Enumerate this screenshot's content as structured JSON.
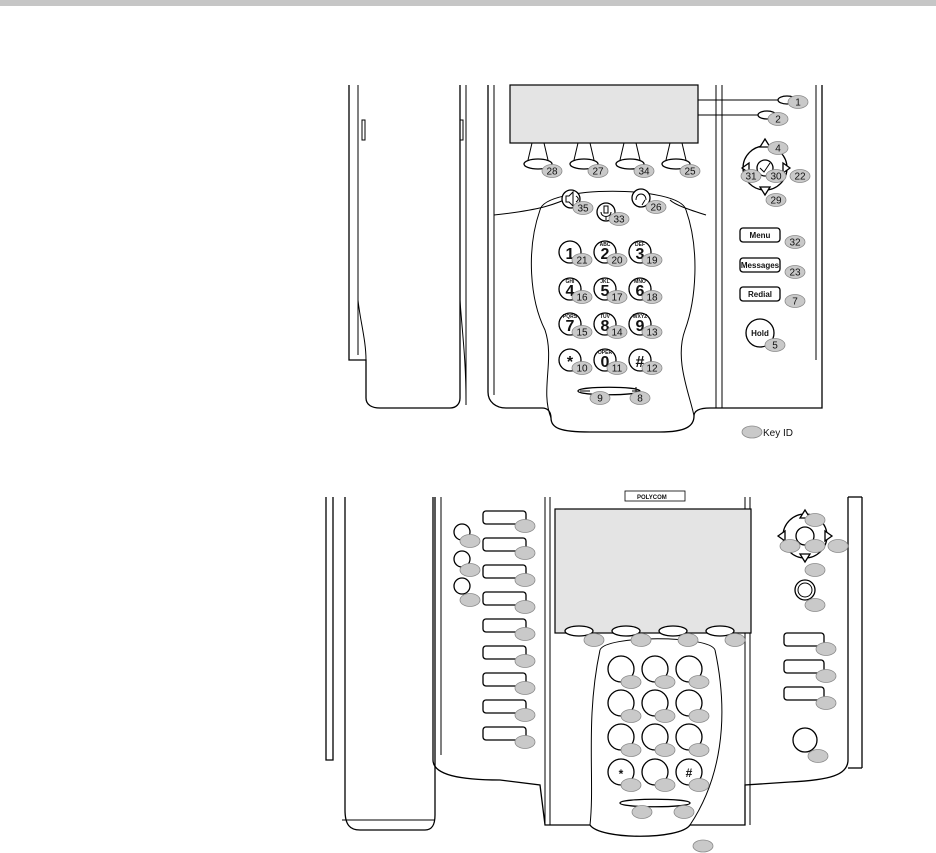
{
  "diagram1": {
    "keypad": [
      {
        "digit": "1",
        "letters": "",
        "id": "21"
      },
      {
        "digit": "2",
        "letters": "ABC",
        "id": "20"
      },
      {
        "digit": "3",
        "letters": "DEF",
        "id": "19"
      },
      {
        "digit": "4",
        "letters": "GHI",
        "id": "16"
      },
      {
        "digit": "5",
        "letters": "JKL",
        "id": "17"
      },
      {
        "digit": "6",
        "letters": "MNO",
        "id": "18"
      },
      {
        "digit": "7",
        "letters": "PQRS",
        "id": "15"
      },
      {
        "digit": "8",
        "letters": "TUV",
        "id": "14"
      },
      {
        "digit": "9",
        "letters": "WXYZ",
        "id": "13"
      },
      {
        "digit": "*",
        "letters": "",
        "id": "10"
      },
      {
        "digit": "0",
        "letters": "OPER",
        "id": "11"
      },
      {
        "digit": "#",
        "letters": "",
        "id": "12"
      }
    ],
    "soft_key_ids": [
      "28",
      "27",
      "34",
      "25"
    ],
    "line_key_ids": [
      "1",
      "2"
    ],
    "nav": {
      "up": "4",
      "left": "31",
      "select": "30",
      "right": "22",
      "down": "29"
    },
    "speaker_id": "35",
    "mute_id": "33",
    "headset_id": "26",
    "volume": {
      "down_id": "9",
      "up_id": "8"
    },
    "function_keys": [
      {
        "label": "Menu",
        "id": "32"
      },
      {
        "label": "Messages",
        "id": "23"
      },
      {
        "label": "Redial",
        "id": "7"
      }
    ],
    "hold": {
      "label": "Hold",
      "id": "5"
    },
    "legend": "Key ID"
  },
  "diagram2": {
    "brand": "POLYCOM",
    "line_key_count": 9,
    "right_key_count": 3
  },
  "colors": {
    "bubble": "#c9c9c9",
    "rule": "#c6c6c6"
  }
}
